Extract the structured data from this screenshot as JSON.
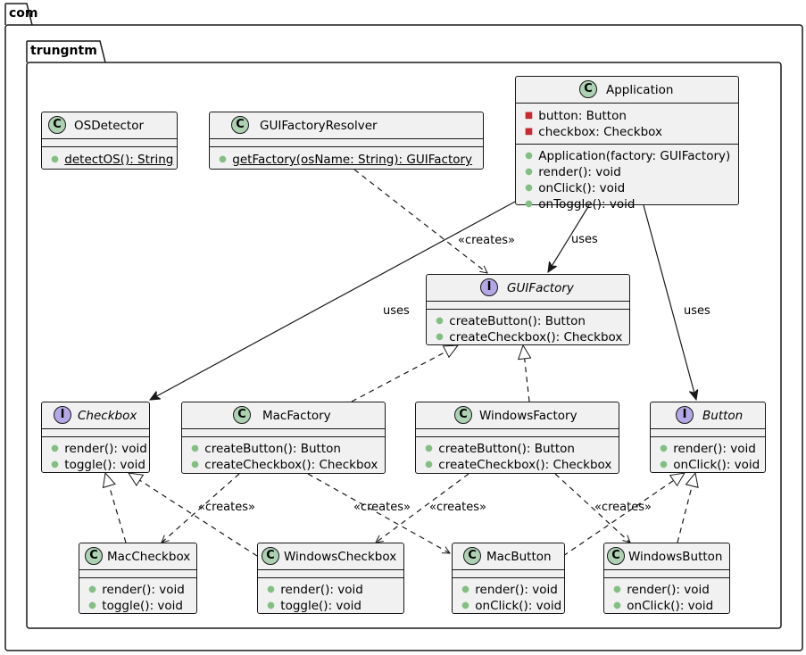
{
  "packages": {
    "outer": {
      "name": "com"
    },
    "inner": {
      "name": "trungntm"
    }
  },
  "classes": {
    "osdetector": {
      "name": "OSDetector",
      "kind": "C",
      "methods": [
        {
          "vis": "+",
          "text": "detectOS(): String",
          "static": true
        }
      ]
    },
    "guifactoryresolver": {
      "name": "GUIFactoryResolver",
      "kind": "C",
      "methods": [
        {
          "vis": "+",
          "text": "getFactory(osName: String): GUIFactory",
          "static": true
        }
      ]
    },
    "application": {
      "name": "Application",
      "kind": "C",
      "fields": [
        {
          "vis": "-",
          "text": "button: Button"
        },
        {
          "vis": "-",
          "text": "checkbox: Checkbox"
        }
      ],
      "methods": [
        {
          "vis": "+",
          "text": "Application(factory: GUIFactory)"
        },
        {
          "vis": "+",
          "text": "render(): void"
        },
        {
          "vis": "+",
          "text": "onClick(): void"
        },
        {
          "vis": "+",
          "text": "onToggle(): void"
        }
      ]
    },
    "guifactory": {
      "name": "GUIFactory",
      "kind": "I",
      "methods": [
        {
          "vis": "+",
          "text": "createButton(): Button"
        },
        {
          "vis": "+",
          "text": "createCheckbox(): Checkbox"
        }
      ]
    },
    "checkbox": {
      "name": "Checkbox",
      "kind": "I",
      "methods": [
        {
          "vis": "+",
          "text": "render(): void"
        },
        {
          "vis": "+",
          "text": "toggle(): void"
        }
      ]
    },
    "macfactory": {
      "name": "MacFactory",
      "kind": "C",
      "methods": [
        {
          "vis": "+",
          "text": "createButton(): Button"
        },
        {
          "vis": "+",
          "text": "createCheckbox(): Checkbox"
        }
      ]
    },
    "windowsfactory": {
      "name": "WindowsFactory",
      "kind": "C",
      "methods": [
        {
          "vis": "+",
          "text": "createButton(): Button"
        },
        {
          "vis": "+",
          "text": "createCheckbox(): Checkbox"
        }
      ]
    },
    "button": {
      "name": "Button",
      "kind": "I",
      "methods": [
        {
          "vis": "+",
          "text": "render(): void"
        },
        {
          "vis": "+",
          "text": "onClick(): void"
        }
      ]
    },
    "maccheckbox": {
      "name": "MacCheckbox",
      "kind": "C",
      "methods": [
        {
          "vis": "+",
          "text": "render(): void"
        },
        {
          "vis": "+",
          "text": "toggle(): void"
        }
      ]
    },
    "windowscheckbox": {
      "name": "WindowsCheckbox",
      "kind": "C",
      "methods": [
        {
          "vis": "+",
          "text": "render(): void"
        },
        {
          "vis": "+",
          "text": "toggle(): void"
        }
      ]
    },
    "macbutton": {
      "name": "MacButton",
      "kind": "C",
      "methods": [
        {
          "vis": "+",
          "text": "render(): void"
        },
        {
          "vis": "+",
          "text": "onClick(): void"
        }
      ]
    },
    "windowsbutton": {
      "name": "WindowsButton",
      "kind": "C",
      "methods": [
        {
          "vis": "+",
          "text": "render(): void"
        },
        {
          "vis": "+",
          "text": "onClick(): void"
        }
      ]
    }
  },
  "relations": [
    {
      "id": "r1",
      "from": "Application",
      "to": "Checkbox",
      "type": "association",
      "label": "uses"
    },
    {
      "id": "r2",
      "from": "Application",
      "to": "GUIFactory",
      "type": "association",
      "label": "uses"
    },
    {
      "id": "r3",
      "from": "Application",
      "to": "Button",
      "type": "association",
      "label": "uses"
    },
    {
      "id": "r4",
      "from": "GUIFactoryResolver",
      "to": "GUIFactory",
      "type": "dependency",
      "label": "«creates»"
    },
    {
      "id": "r5",
      "from": "MacFactory",
      "to": "GUIFactory",
      "type": "realization",
      "label": ""
    },
    {
      "id": "r6",
      "from": "WindowsFactory",
      "to": "GUIFactory",
      "type": "realization",
      "label": ""
    },
    {
      "id": "r7",
      "from": "MacFactory",
      "to": "MacCheckbox",
      "type": "dependency",
      "label": "«creates»"
    },
    {
      "id": "r8",
      "from": "MacFactory",
      "to": "MacButton",
      "type": "dependency",
      "label": "«creates»"
    },
    {
      "id": "r9",
      "from": "WindowsFactory",
      "to": "WindowsCheckbox",
      "type": "dependency",
      "label": "«creates»"
    },
    {
      "id": "r10",
      "from": "WindowsFactory",
      "to": "WindowsButton",
      "type": "dependency",
      "label": "«creates»"
    },
    {
      "id": "r11",
      "from": "MacCheckbox",
      "to": "Checkbox",
      "type": "realization",
      "label": ""
    },
    {
      "id": "r12",
      "from": "WindowsCheckbox",
      "to": "Checkbox",
      "type": "realization",
      "label": ""
    },
    {
      "id": "r13",
      "from": "MacButton",
      "to": "Button",
      "type": "realization",
      "label": ""
    },
    {
      "id": "r14",
      "from": "WindowsButton",
      "to": "Button",
      "type": "realization",
      "label": ""
    }
  ],
  "colors": {
    "class_bg": "#f1f1f1",
    "border": "#181818",
    "class_circle": "#add1b2",
    "interface_circle": "#b4a7e5",
    "public": "#84be84",
    "private": "#c82930"
  }
}
